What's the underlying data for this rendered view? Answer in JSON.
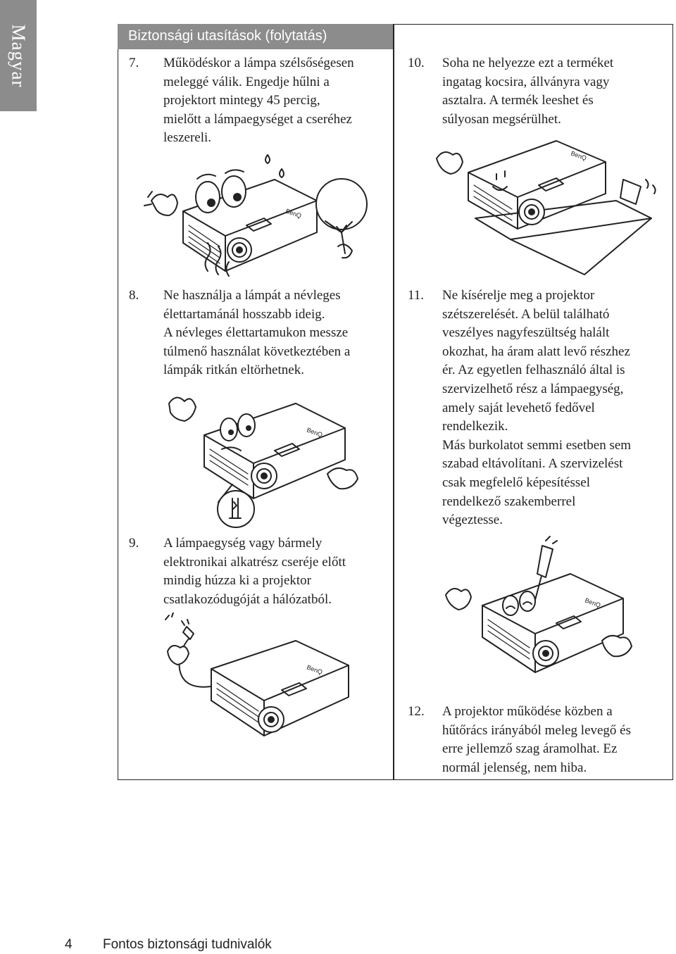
{
  "sidebar": {
    "language_tab": "Magyar"
  },
  "section": {
    "title": "Biztonsági utasítások (folytatás)"
  },
  "items": [
    {
      "number": "7.",
      "lines": [
        "Működéskor a lámpa szélsőségesen",
        "meleggé válik. Engedje hűlni a",
        "projektort mintegy 45 percig,",
        "mielőtt a lámpaegységet a cseréhez",
        "leszereli."
      ]
    },
    {
      "number": "8.",
      "lines": [
        "Ne használja a lámpát a névleges",
        "élettartamánál hosszabb ideig.",
        "A névleges élettartamukon messze",
        "túlmenő használat következtében a",
        "lámpák ritkán eltörhetnek."
      ]
    },
    {
      "number": "9.",
      "lines": [
        "A lámpaegység vagy bármely",
        "elektronikai alkatrész cseréje előtt",
        "mindig húzza ki a projektor",
        "csatlakozódugóját a hálózatból."
      ]
    },
    {
      "number": "10.",
      "lines": [
        "Soha ne helyezze ezt a terméket",
        "ingatag kocsira, állványra vagy",
        "asztalra. A termék leeshet és",
        "súlyosan megsérülhet."
      ]
    },
    {
      "number": "11.",
      "lines": [
        "Ne kísérelje meg a projektor",
        "szétszerelését. A belül található",
        "veszélyes nagyfeszültség halált",
        "okozhat, ha áram alatt levő részhez",
        "ér. Az egyetlen felhasználó által is",
        "szervizelhető rész a lámpaegység,",
        "amely saját levehető fedővel",
        "rendelkezik.",
        "Más burkolatot semmi esetben sem",
        "szabad eltávolítani. A szervizelést",
        "csak megfelelő képesítéssel",
        "rendelkező szakemberrel",
        "végeztesse."
      ]
    },
    {
      "number": "12.",
      "lines": [
        "A projektor működése közben a",
        "hűtőrács irányából meleg levegő és",
        "erre jellemző szag áramolhat. Ez",
        "normál jelenség, nem hiba."
      ]
    }
  ],
  "illustrations": [
    {
      "icon": "hot-projector-fan-icon"
    },
    {
      "icon": "projector-broken-lamp-icon"
    },
    {
      "icon": "projector-unplug-icon"
    },
    {
      "icon": "projector-falling-table-icon"
    },
    {
      "icon": "projector-screwdriver-icon"
    }
  ],
  "footer": {
    "page_number": "4",
    "section_name": "Fontos biztonsági tudnivalók"
  }
}
